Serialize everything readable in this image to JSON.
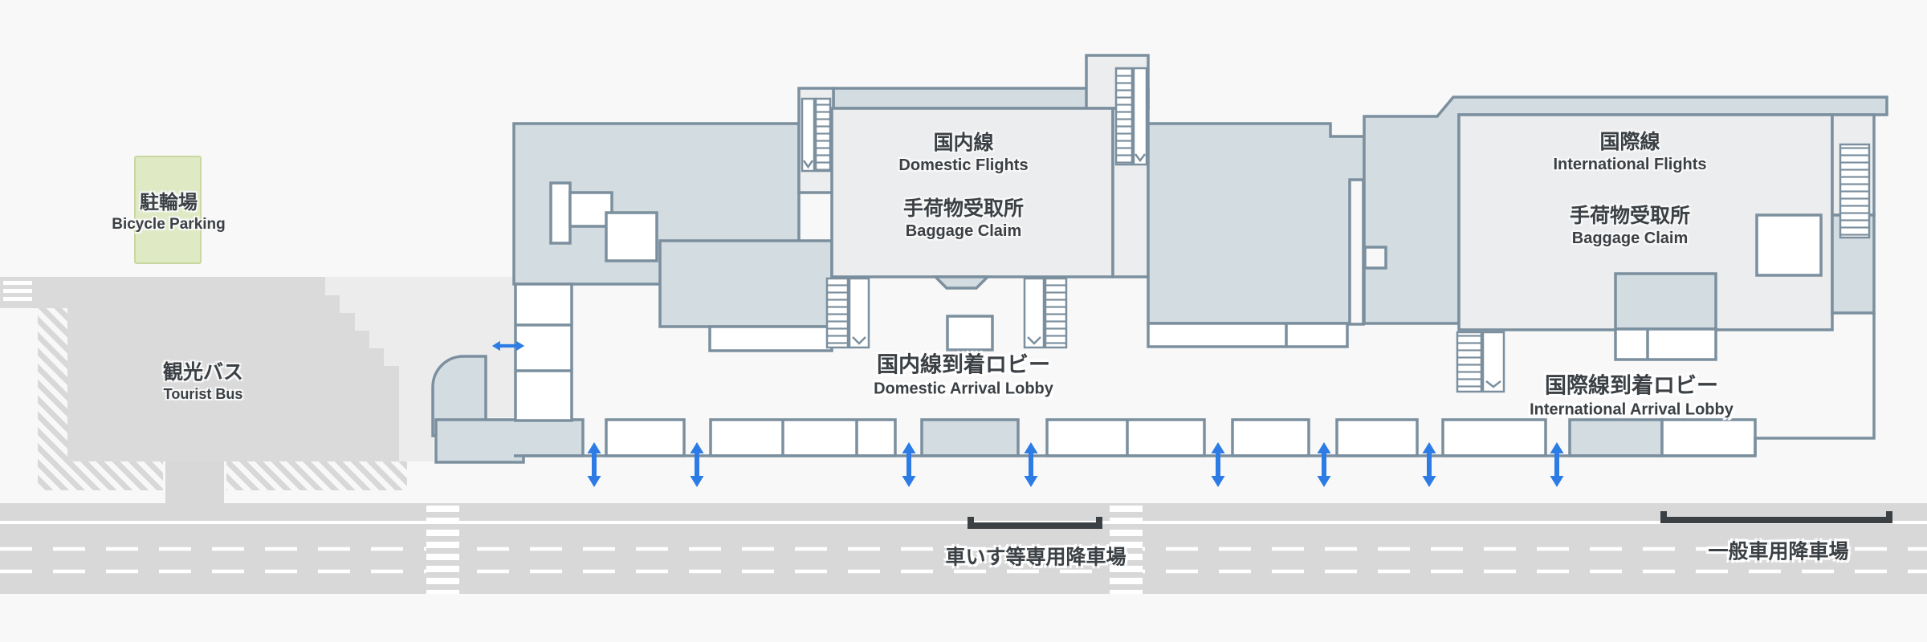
{
  "map": {
    "areas": {
      "bicycle_parking": {
        "label_jp": "駐輪場",
        "label_en": "Bicycle Parking"
      },
      "tourist_bus": {
        "label_jp": "観光バス",
        "label_en": "Tourist Bus"
      },
      "domestic": {
        "flights_jp": "国内線",
        "flights_en": "Domestic Flights",
        "baggage_jp": "手荷物受取所",
        "baggage_en": "Baggage Claim",
        "lobby_jp": "国内線到着ロビー",
        "lobby_en": "Domestic Arrival Lobby"
      },
      "international": {
        "flights_jp": "国際線",
        "flights_en": "International Flights",
        "baggage_jp": "手荷物受取所",
        "baggage_en": "Baggage Claim",
        "lobby_jp": "国際線到着ロビー",
        "lobby_en": "International Arrival Lobby"
      },
      "dropoff": {
        "wheelchair_jp": "車いす等専用降車場",
        "general_jp": "一般車用降車場"
      }
    },
    "colors": {
      "background": "#f8f8f8",
      "road": "#d8d8d8",
      "building_fill": "#d3dce1",
      "room_fill": "#ecedee",
      "wall": "#7b8f9e",
      "bicycle_fill": "#dfe9c4",
      "bicycle_border": "#c9d8a0",
      "arrow_blue": "#2d7ce5",
      "text": "#3b4045"
    },
    "icons": {
      "entrance_arrow": "double-headed-arrow",
      "stairs": "stairs-rungs",
      "escalator": "escalator-track",
      "crosswalk": "zebra-stripes",
      "hatch": "diagonal-stripes"
    }
  }
}
